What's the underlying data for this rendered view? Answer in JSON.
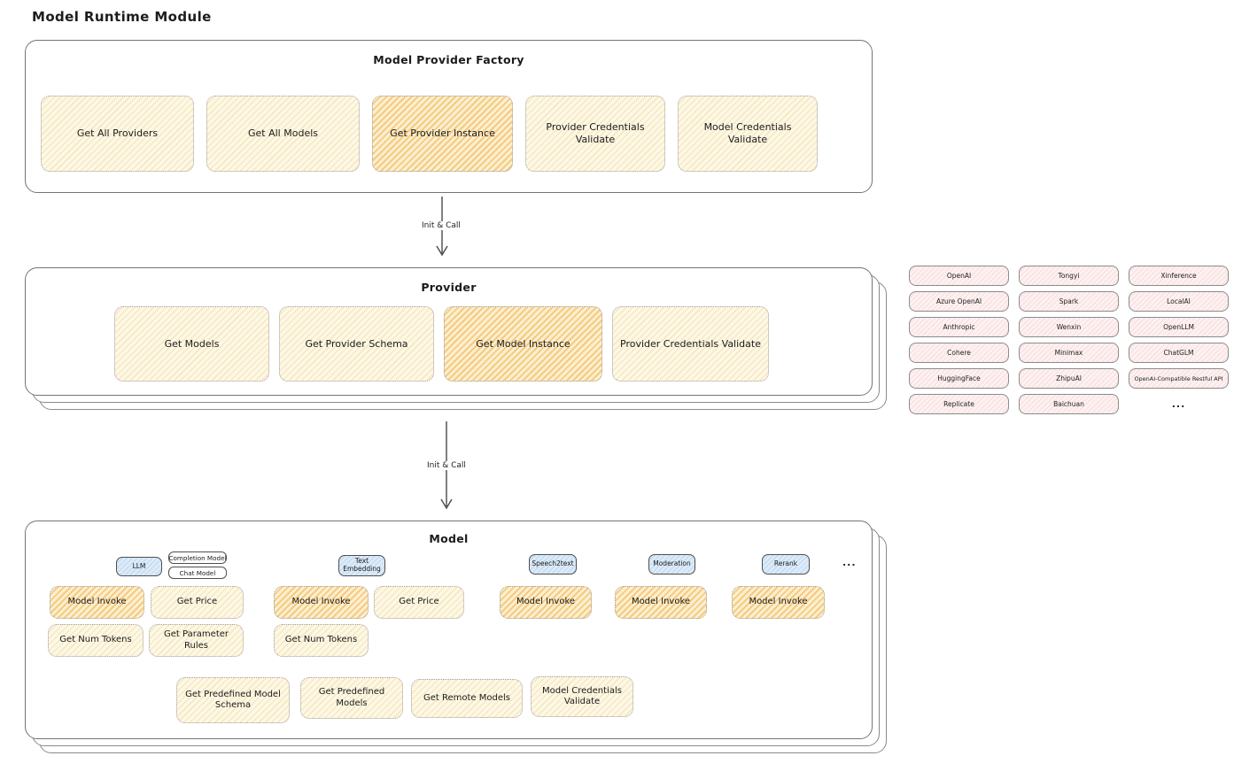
{
  "page_title": "Model Runtime Module",
  "colors": {
    "highlight_orange": "#f0b24a",
    "light_yellow": "#fdf8e6",
    "pink": "#fdf1f1",
    "blue_tag": "#dcebf9",
    "panel_border": "#757575"
  },
  "factory": {
    "title": "Model Provider Factory",
    "boxes": [
      {
        "label": "Get All Providers",
        "highlighted": false
      },
      {
        "label": "Get All Models",
        "highlighted": false
      },
      {
        "label": "Get Provider Instance",
        "highlighted": true
      },
      {
        "label": "Provider Credentials Validate",
        "highlighted": false
      },
      {
        "label": "Model Credentials Validate",
        "highlighted": false
      }
    ]
  },
  "arrows": {
    "init_call_1": "Init & Call",
    "init_call_2": "Init & Call"
  },
  "provider": {
    "title": "Provider",
    "boxes": [
      {
        "label": "Get Models",
        "highlighted": false
      },
      {
        "label": "Get Provider Schema",
        "highlighted": false
      },
      {
        "label": "Get Model Instance",
        "highlighted": true
      },
      {
        "label": "Provider Credentials Validate",
        "highlighted": false
      }
    ]
  },
  "provider_list": {
    "items": [
      "OpenAI",
      "Tongyi",
      "Xinference",
      "Azure OpenAI",
      "Spark",
      "LocalAI",
      "Anthropic",
      "Wenxin",
      "OpenLLM",
      "Cohere",
      "Minimax",
      "ChatGLM",
      "HuggingFace",
      "ZhipuAI",
      "OpenAI-Compatible Restful API",
      "Replicate",
      "Baichuan"
    ],
    "more": "..."
  },
  "model": {
    "title": "Model",
    "type_tags": [
      {
        "label": "LLM",
        "style": "blue"
      },
      {
        "label": "Completion Model",
        "style": "white"
      },
      {
        "label": "Chat Model",
        "style": "white"
      },
      {
        "label": "Text Embedding",
        "style": "blue"
      },
      {
        "label": "Speech2text",
        "style": "blue"
      },
      {
        "label": "Moderation",
        "style": "blue"
      },
      {
        "label": "Rerank",
        "style": "blue"
      }
    ],
    "more": "...",
    "function_boxes": [
      {
        "label": "Model Invoke",
        "highlighted": true
      },
      {
        "label": "Get Price",
        "highlighted": false
      },
      {
        "label": "Model Invoke",
        "highlighted": true
      },
      {
        "label": "Get Price",
        "highlighted": false
      },
      {
        "label": "Model Invoke",
        "highlighted": true
      },
      {
        "label": "Model Invoke",
        "highlighted": true
      },
      {
        "label": "Model Invoke",
        "highlighted": true
      },
      {
        "label": "Get Num Tokens",
        "highlighted": false
      },
      {
        "label": "Get Parameter Rules",
        "highlighted": false
      },
      {
        "label": "Get Num Tokens",
        "highlighted": false
      }
    ],
    "bottom_boxes": [
      {
        "label": "Get Predefined Model Schema"
      },
      {
        "label": "Get Predefined Models"
      },
      {
        "label": "Get Remote Models"
      },
      {
        "label": "Model Credentials Validate"
      }
    ]
  }
}
